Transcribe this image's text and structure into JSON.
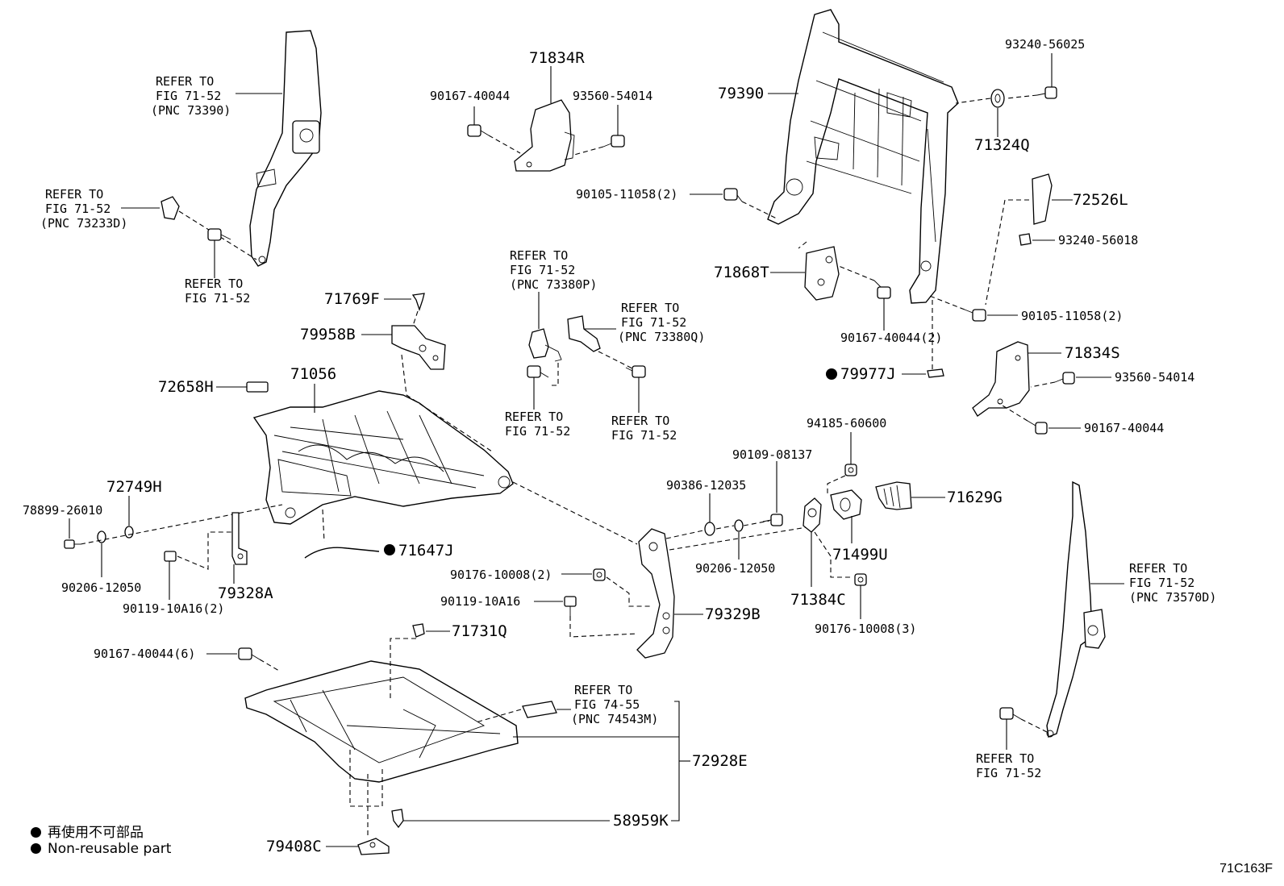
{
  "figure_id": "71C163F",
  "legend": {
    "jp": "再使用不可部品",
    "en": "Non-reusable part"
  },
  "labels": {
    "belt_left": "REFER TO|FIG 71-52|(PNC 73390)",
    "anchor_left": "REFER TO|FIG 71-52|(PNC 73233D)",
    "bolt_left": "REFER TO|FIG 71-52",
    "l_71834R": "71834R",
    "l_90167_40044_a": "90167-40044",
    "l_93560_54014_a": "93560-54014",
    "l_79390": "79390",
    "l_93240_56025": "93240-56025",
    "l_71324Q": "71324Q",
    "l_90105_11058_a": "90105-11058(2)",
    "l_72526L": "72526L",
    "l_93240_56018": "93240-56018",
    "l_71868T": "71868T",
    "l_90105_11058_b": "90105-11058(2)",
    "l_90167_40044_b": "90167-40044(2)",
    "l_79977J": "79977J",
    "l_71834S": "71834S",
    "l_93560_54014_b": "93560-54014",
    "l_90167_40044_c": "90167-40044",
    "ref_73380P": "REFER TO|FIG 71-52|(PNC 73380P)",
    "ref_73380Q": "REFER TO|FIG 71-52|(PNC 73380Q)",
    "ref_buckle_a": "REFER TO|FIG 71-52",
    "ref_buckle_b": "REFER TO|FIG 71-52",
    "l_71769F": "71769F",
    "l_79958B": "79958B",
    "l_72658H": "72658H",
    "l_71056": "71056",
    "l_72749H": "72749H",
    "l_78899_26010": "78899-26010",
    "l_90206_12050_a": "90206-12050",
    "l_90119_10A16_a": "90119-10A16(2)",
    "l_79328A": "79328A",
    "l_71647J": "71647J",
    "l_94185_60600": "94185-60600",
    "l_90109_08137": "90109-08137",
    "l_90386_12035": "90386-12035",
    "l_71629G": "71629G",
    "l_90206_12050_b": "90206-12050",
    "l_71499U": "71499U",
    "l_90176_10008_a": "90176-10008(2)",
    "l_71384C": "71384C",
    "l_90119_10A16_b": "90119-10A16",
    "l_79329B": "79329B",
    "l_90176_10008_b": "90176-10008(3)",
    "l_71731Q": "71731Q",
    "l_90167_40044_d": "90167-40044(6)",
    "ref_74543M": "REFER TO|FIG 74-55|(PNC 74543M)",
    "l_72928E": "72928E",
    "l_58959K": "58959K",
    "l_79408C": "79408C",
    "ref_73570D": "REFER TO|FIG 71-52|(PNC 73570D)",
    "ref_belt_right": "REFER TO|FIG 71-52"
  }
}
